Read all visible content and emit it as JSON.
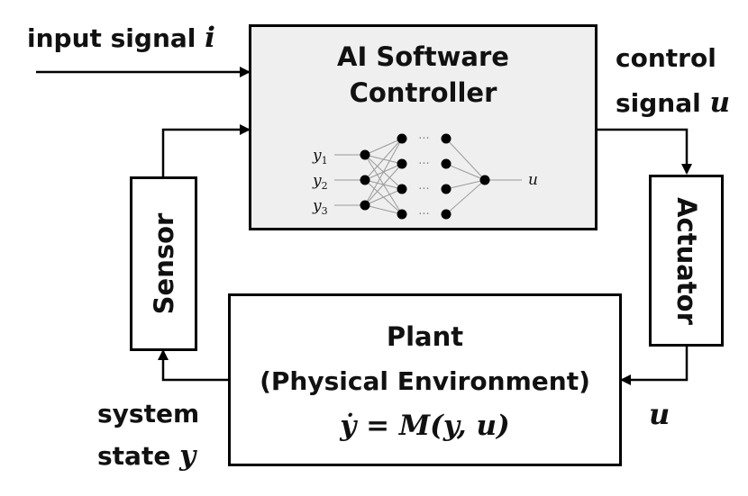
{
  "labels": {
    "input_signal_text": "input signal",
    "input_signal_var": "i",
    "control_signal_line1": "control",
    "control_signal_line2": "signal",
    "control_signal_var": "u",
    "system_state_line1": "system",
    "system_state_line2": "state",
    "system_state_var": "y",
    "plant_input_var": "u"
  },
  "controller": {
    "title_line1": "AI Software",
    "title_line2": "Controller",
    "nn_inputs": [
      "y1",
      "y2",
      "y3"
    ],
    "nn_input_display": [
      "y",
      "y",
      "y"
    ],
    "nn_input_subscripts": [
      "1",
      "2",
      "3"
    ],
    "nn_output": "u",
    "nn_ellipsis": "···"
  },
  "sensor": {
    "label": "Sensor"
  },
  "actuator": {
    "label": "Actuator"
  },
  "plant": {
    "title_line1": "Plant",
    "title_line2": "(Physical Environment)",
    "equation": "ẏ = M(y, u)"
  },
  "colors": {
    "controller_fill": "#efefef",
    "stroke": "#000000",
    "nn_line": "#9a9a9a"
  }
}
